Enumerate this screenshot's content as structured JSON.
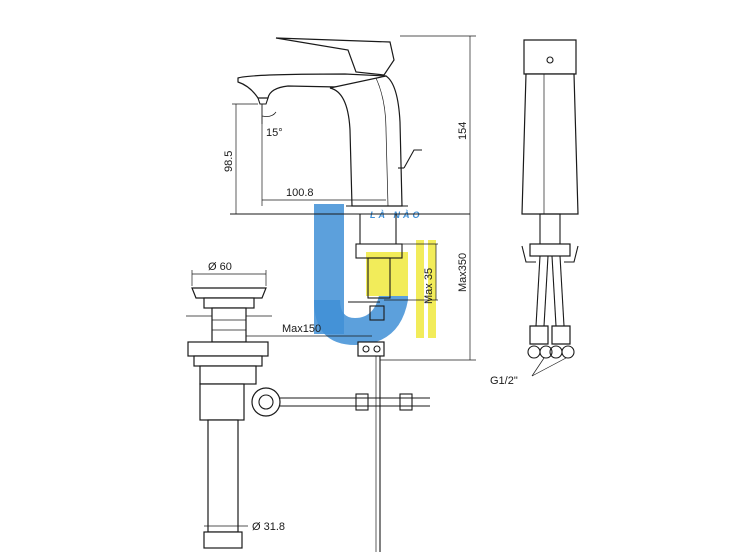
{
  "dimensions": {
    "height_154": "154",
    "height_98_5": "98.5",
    "reach_100_8": "100.8",
    "tilt_15": "15°",
    "drain_dia_60": "Ø 60",
    "tail_dia_31_8": "Ø 31.8",
    "max_150": "Max150",
    "max_35": "Max 35",
    "max_350": "Max350",
    "thread_g12": "G1/2\""
  },
  "watermark": {
    "text": "LÀ NÀO",
    "colors": {
      "blue": "#3f8fd6",
      "yellow": "#f2ec5a"
    }
  }
}
